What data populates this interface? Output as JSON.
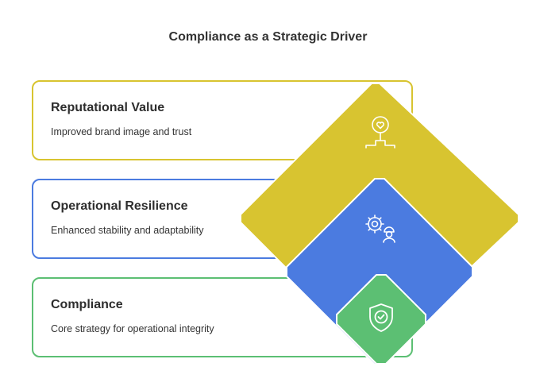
{
  "title": "Compliance as a Strategic Driver",
  "layers": [
    {
      "heading": "Reputational Value",
      "description": "Improved brand image and trust",
      "color": "#d8c430",
      "icon": "award-recognition-icon"
    },
    {
      "heading": "Operational Resilience",
      "description": "Enhanced stability and adaptability",
      "color": "#4b7be0",
      "icon": "gears-worker-icon"
    },
    {
      "heading": "Compliance",
      "description": "Core strategy for operational integrity",
      "color": "#5cbf73",
      "icon": "shield-check-icon"
    }
  ]
}
